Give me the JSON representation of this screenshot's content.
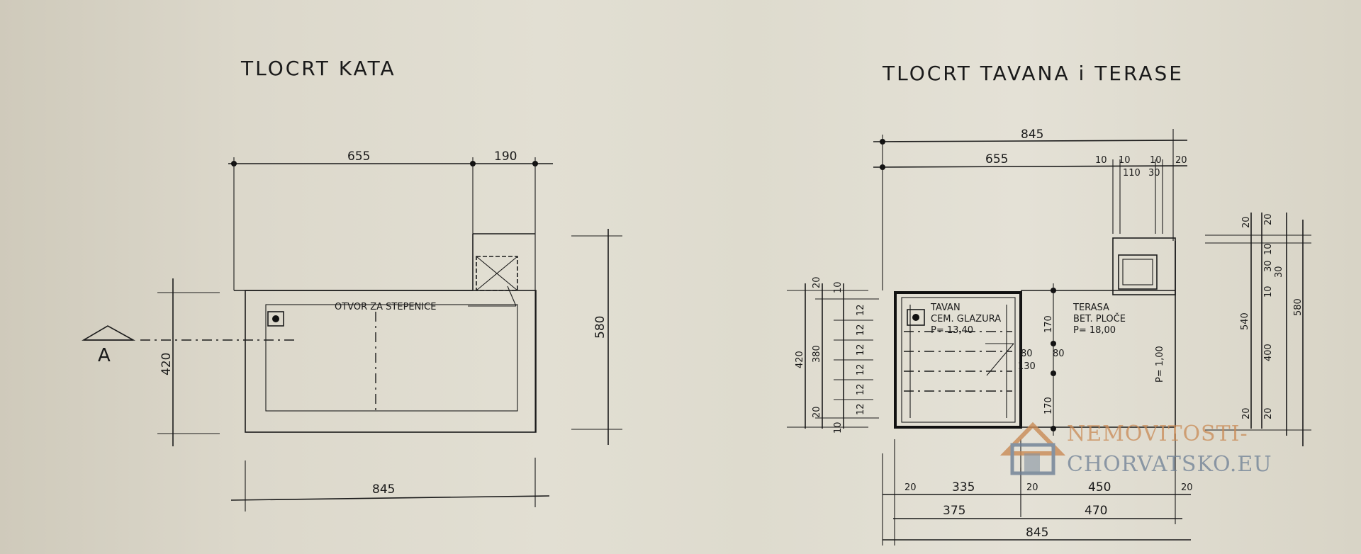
{
  "titles": {
    "left": "TLOCRT KATA",
    "right": "TLOCRT TAVANA i TERASE"
  },
  "left_plan": {
    "dim_top_1": "655",
    "dim_top_2": "190",
    "dim_bottom": "845",
    "dim_right": "580",
    "dim_left": "420",
    "opening_label": "OTVOR ZA STEPENICE",
    "section_mark": "A"
  },
  "right_plan": {
    "dim_top_total": "845",
    "dim_top_655": "655",
    "dim_top_small": [
      "10",
      "10",
      "10",
      "20",
      "110",
      "30"
    ],
    "attic_label": [
      "TAVAN",
      "CEM. GLAZURA",
      "P= 13,40"
    ],
    "terrace_label": [
      "TERASA",
      "BET. PLOČE",
      "P= 18,00"
    ],
    "slope_label": "P= 1,00",
    "dim_170_a": "170",
    "dim_170_b": "170",
    "dim_80_a": "80",
    "dim_80_b": "80",
    "dim_130": "130",
    "left_dims": [
      "420",
      "380",
      "20",
      "20",
      "10",
      "10"
    ],
    "left_steps": [
      "12",
      "12",
      "12",
      "12",
      "12",
      "12"
    ],
    "right_dims": [
      "540",
      "580",
      "400",
      "20",
      "20",
      "20",
      "20",
      "10",
      "30",
      "10",
      "30"
    ],
    "bottom_row1": [
      "20",
      "335",
      "20",
      "450",
      "20"
    ],
    "bottom_row2": [
      "375",
      "470"
    ],
    "bottom_total": "845"
  },
  "watermark": {
    "line1": "NEMOVITOSTI-",
    "line2": "CHORVATSKO.EU"
  }
}
